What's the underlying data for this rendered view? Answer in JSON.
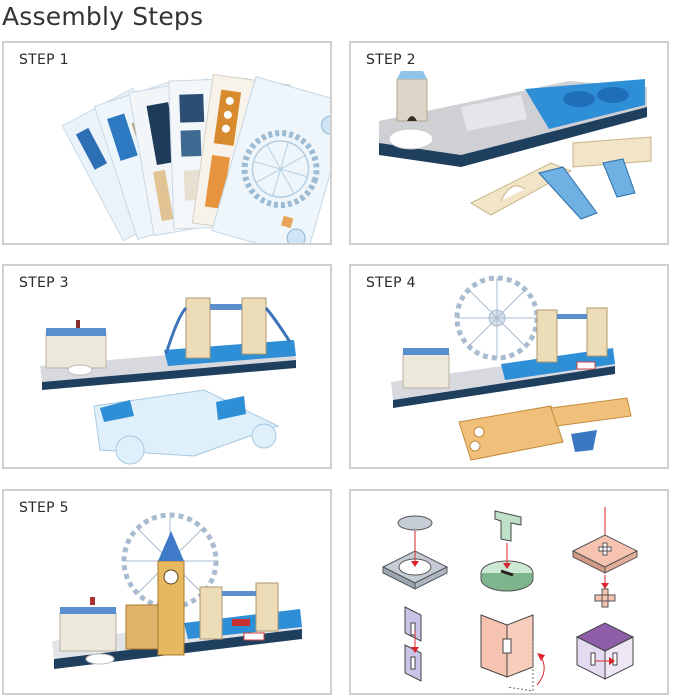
{
  "page": {
    "title": "Assembly Steps"
  },
  "steps": [
    {
      "label": "STEP 1",
      "illustration": "printed-puzzle-sheets"
    },
    {
      "label": "STEP 2",
      "illustration": "base-with-tower-bridge-parts"
    },
    {
      "label": "STEP 3",
      "illustration": "palace-and-tower-bridge-with-eye-parts"
    },
    {
      "label": "STEP 4",
      "illustration": "london-eye-added-with-big-ben-parts"
    },
    {
      "label": "STEP 5",
      "illustration": "completed-london-skyline"
    }
  ],
  "diagram": {
    "illustration": "assembly-technique-diagrams",
    "techniques": [
      "disc-into-square-ring",
      "tab-into-disc-slot",
      "cross-through-square",
      "interlocking-slotted-tabs",
      "folding-hinge-panels",
      "slotted-box-corners"
    ]
  },
  "colors": {
    "border": "#cfcfcf",
    "title": "#333333",
    "water": "#2f8fd6",
    "base_dark": "#1f3f5f",
    "arrow": "#d9262c"
  }
}
